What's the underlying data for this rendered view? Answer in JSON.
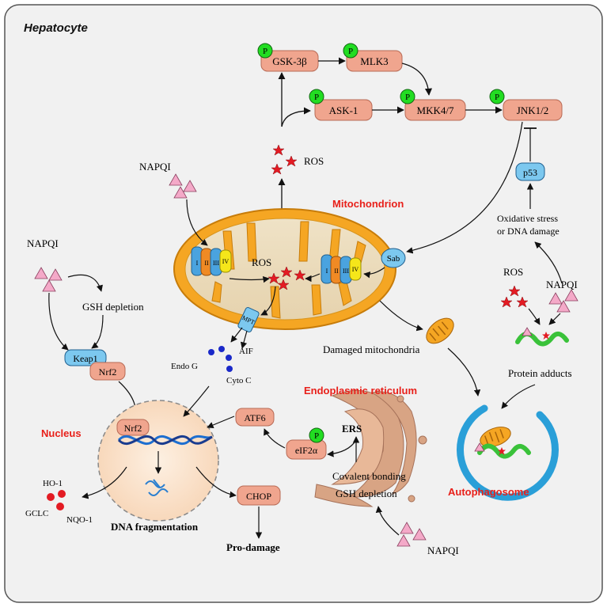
{
  "title": "Hepatocyte",
  "organelles": {
    "mitochondrion": "Mitochondrion",
    "nucleus": "Nucleus",
    "er": "Endoplasmic reticulum",
    "autophagosome": "Autophagosome"
  },
  "kinases": {
    "gsk3b": "GSK-3β",
    "mlk3": "MLK3",
    "ask1": "ASK-1",
    "mkk47": "MKK4/7",
    "jnk12": "JNK1/2",
    "phospho": "P"
  },
  "proteins": {
    "p53": "p53",
    "sab": "Sab",
    "keap1": "Keap1",
    "nrf2": "Nrf2",
    "atf6": "ATF6",
    "eif2a": "eIF2α",
    "chop": "CHOP",
    "mpt": "MPT"
  },
  "complexes": [
    "I",
    "II",
    "III",
    "IV"
  ],
  "labels": {
    "napqi": "NAPQI",
    "ros": "ROS",
    "gsh_depletion": "GSH depletion",
    "endo_g": "Endo G",
    "aif": "AIF",
    "cyto_c": "Cyto C",
    "oxidative_1": "Oxidative stress",
    "oxidative_2": "or DNA damage",
    "damaged_mito": "Damaged mitochondria",
    "protein_adducts": "Protein adducts",
    "ho1": "HO-1",
    "gclc": "GCLC",
    "nqo1": "NQO-1",
    "dna_frag": "DNA fragmentation",
    "pro_damage": "Pro-damage",
    "ers": "ERS",
    "covalent": "Covalent bonding",
    "gsh_depletion_er": "GSH depletion"
  },
  "colors": {
    "protein_fill": "#f0a58e",
    "protein_stroke": "#b86a55",
    "phospho": "#22dd22",
    "mito_outer": "#f5a623",
    "label_red": "#e8201a",
    "blue_protein": "#7cc8ef",
    "er": "#d8a484",
    "nucleus": "#fbe1c9"
  }
}
